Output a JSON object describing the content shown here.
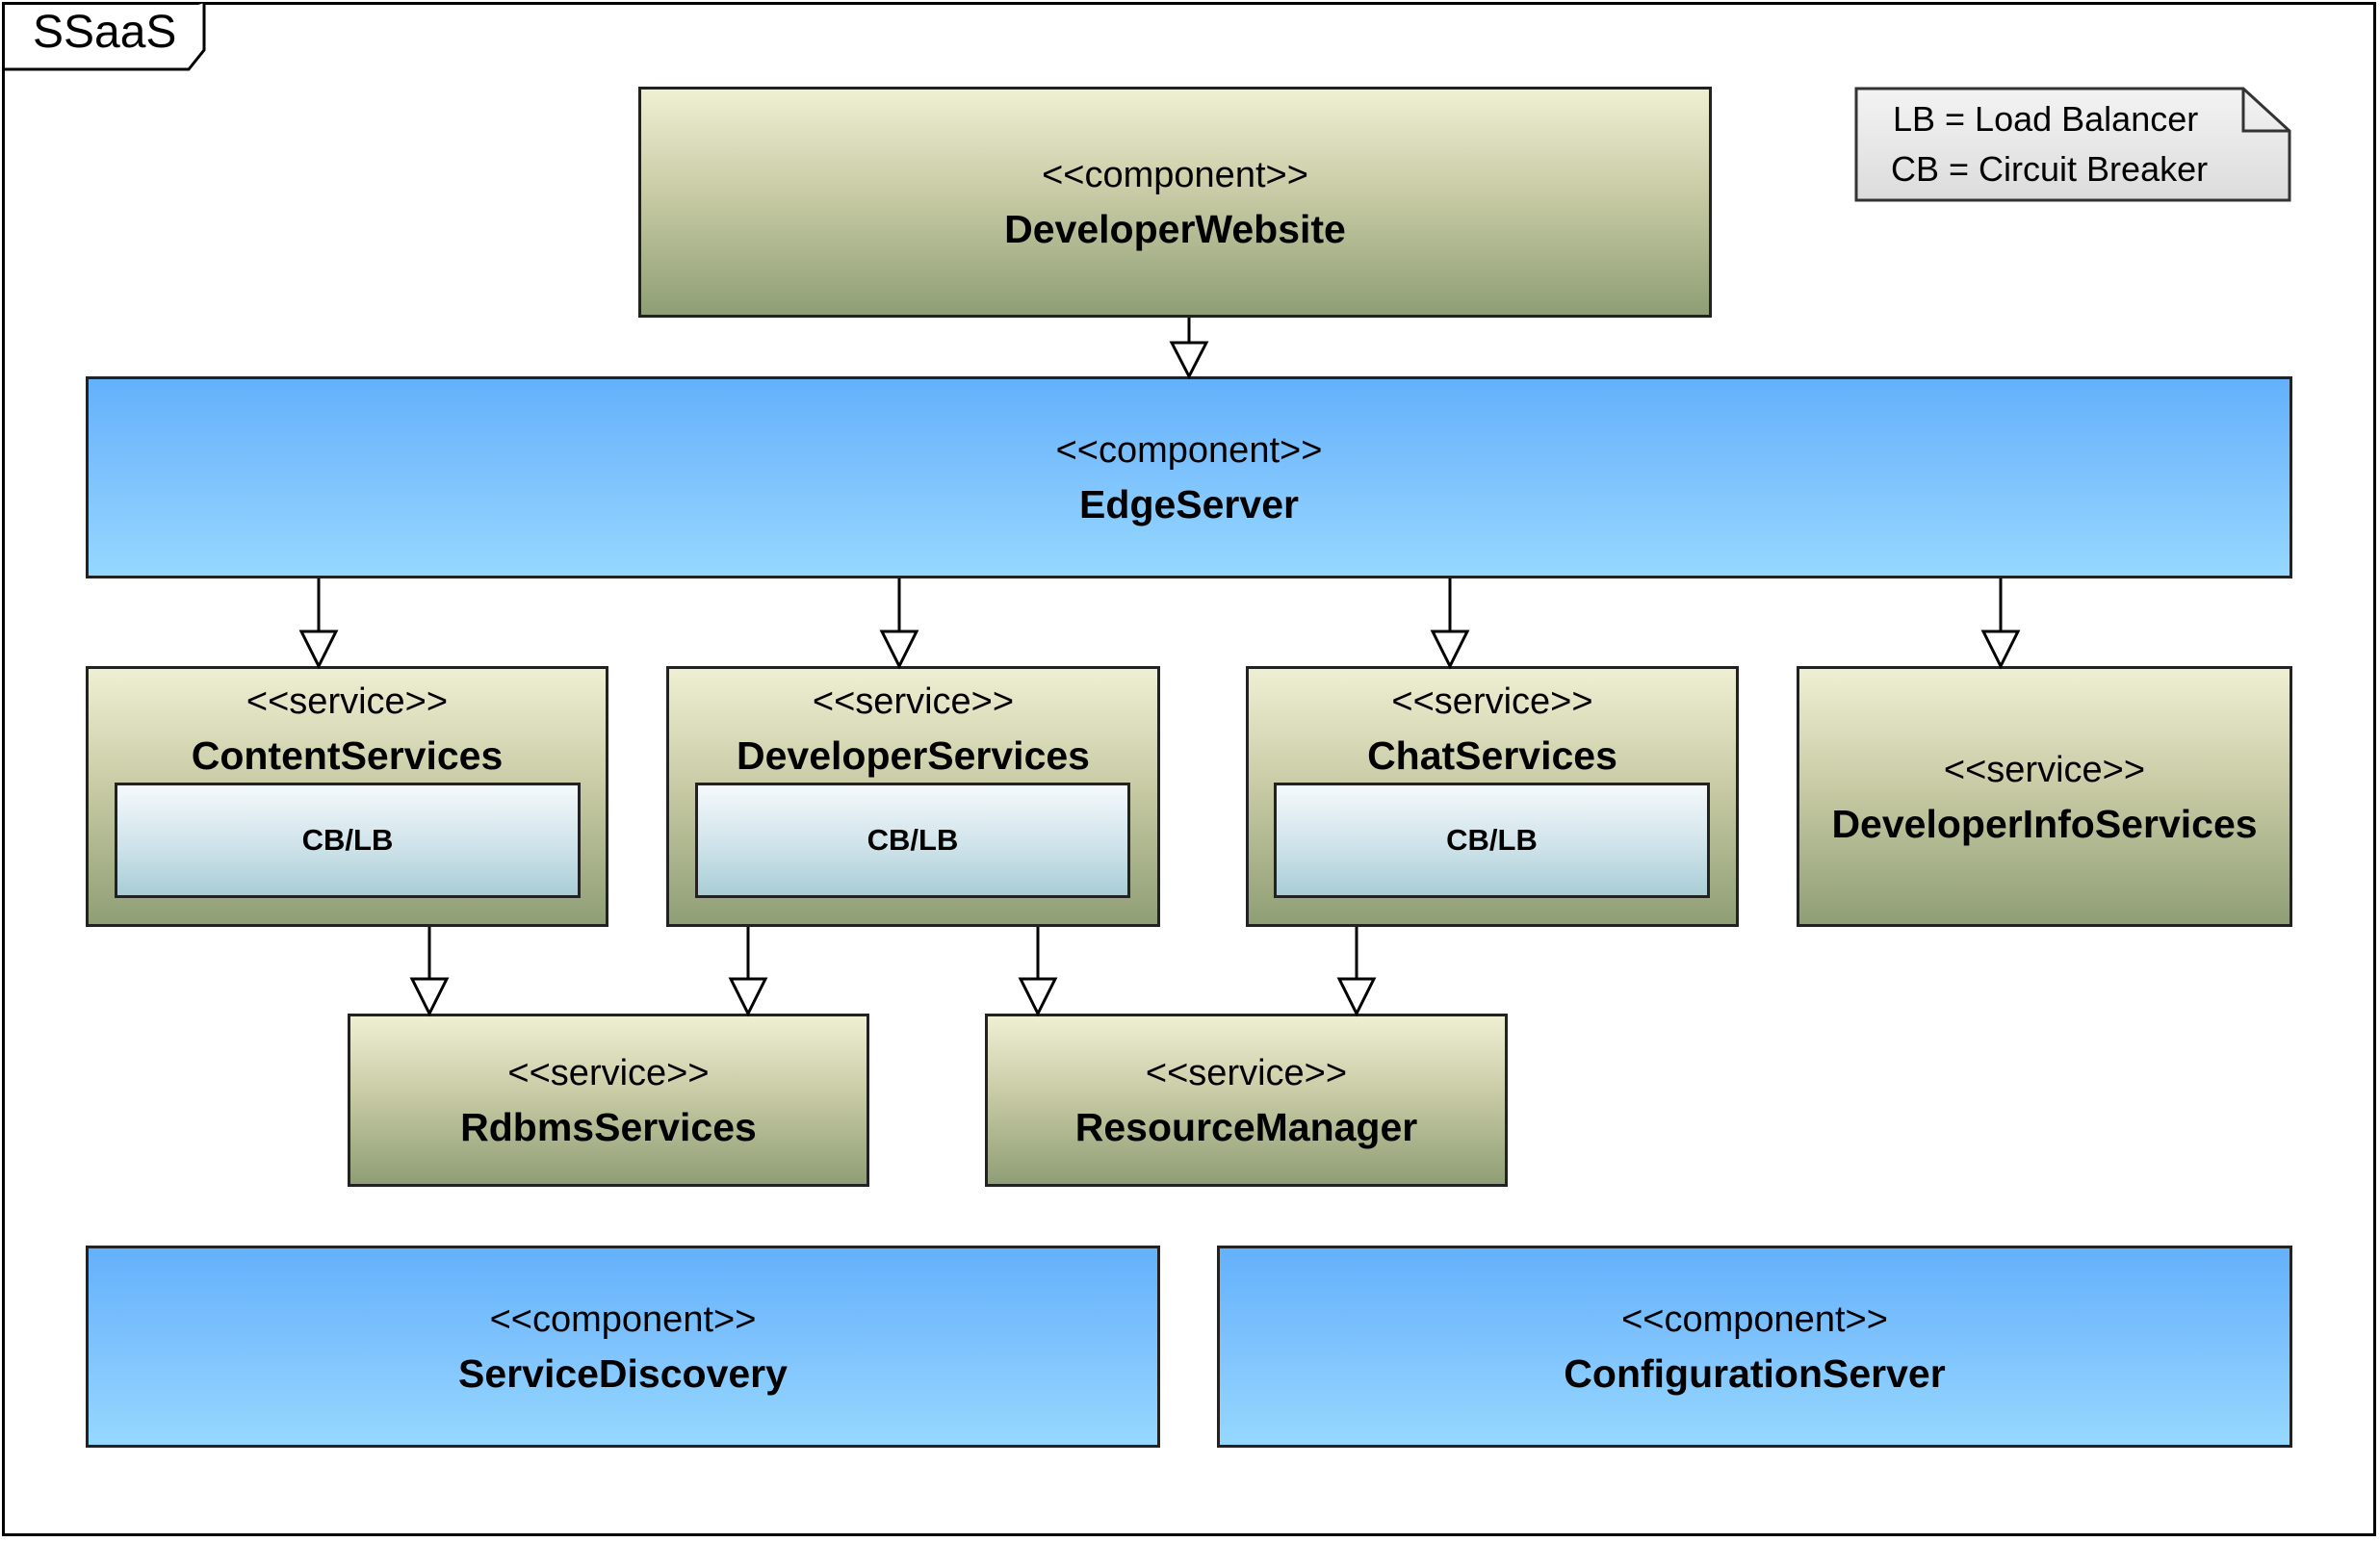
{
  "frame": {
    "label": "SSaaS"
  },
  "legend": {
    "lines": [
      "LB = Load Balancer",
      "CB = Circuit Breaker"
    ]
  },
  "nodes": {
    "developer_website": {
      "stereotype": "<<component>>",
      "name": "DeveloperWebsite"
    },
    "edge_server": {
      "stereotype": "<<component>>",
      "name": "EdgeServer"
    },
    "content_services": {
      "stereotype": "<<service>>",
      "name": "ContentServices",
      "inner": "CB/LB"
    },
    "developer_services": {
      "stereotype": "<<service>>",
      "name": "DeveloperServices",
      "inner": "CB/LB"
    },
    "chat_services": {
      "stereotype": "<<service>>",
      "name": "ChatServices",
      "inner": "CB/LB"
    },
    "developer_info_services": {
      "stereotype": "<<service>>",
      "name": "DeveloperInfoServices"
    },
    "rdbms_services": {
      "stereotype": "<<service>>",
      "name": "RdbmsServices"
    },
    "resource_manager": {
      "stereotype": "<<service>>",
      "name": "ResourceManager"
    },
    "service_discovery": {
      "stereotype": "<<component>>",
      "name": "ServiceDiscovery"
    },
    "configuration_server": {
      "stereotype": "<<component>>",
      "name": "ConfigurationServer"
    }
  },
  "edges": [
    {
      "from": "developer_website",
      "to": "edge_server"
    },
    {
      "from": "edge_server",
      "to": "content_services"
    },
    {
      "from": "edge_server",
      "to": "developer_services"
    },
    {
      "from": "edge_server",
      "to": "chat_services"
    },
    {
      "from": "edge_server",
      "to": "developer_info_services"
    },
    {
      "from": "content_services",
      "to": "rdbms_services"
    },
    {
      "from": "developer_services",
      "to": "rdbms_services"
    },
    {
      "from": "developer_services",
      "to": "resource_manager"
    },
    {
      "from": "chat_services",
      "to": "resource_manager"
    }
  ],
  "colors": {
    "component_fill": "#7fc3fd",
    "service_fill": "#c9cca6",
    "inner_fill": "#cfe3ea",
    "note_fill": "#e6e6e6",
    "stroke": "#222222"
  }
}
